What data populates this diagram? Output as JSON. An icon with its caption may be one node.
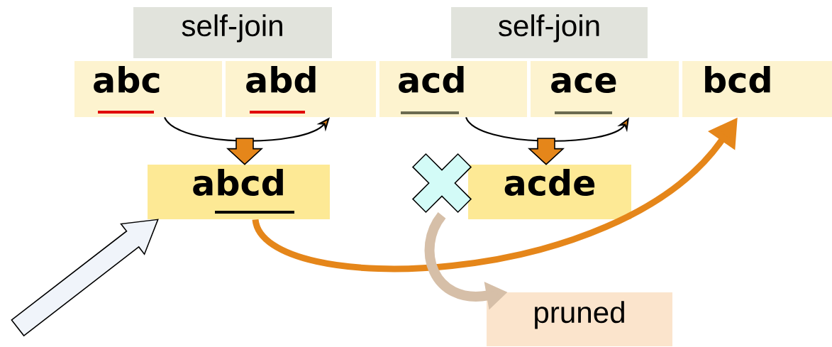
{
  "diagram": {
    "nodes": [
      {
        "text": [
          "self-join"
        ]
      },
      {
        "text": [
          "self-join"
        ]
      },
      {
        "text": [
          "abc"
        ]
      },
      {
        "text": [
          "abd"
        ]
      },
      {
        "text": [
          "acd"
        ]
      },
      {
        "text": [
          "ace"
        ]
      },
      {
        "text": [
          "bcd"
        ]
      },
      {
        "text": [
          "abcd"
        ]
      },
      {
        "text": [
          "acde"
        ]
      },
      {
        "text": [
          "pruned"
        ]
      },
      {
        "text": [],
        "shape": "cross"
      }
    ],
    "edges": [
      {
        "from": 2,
        "to": 3,
        "arrow": "to"
      },
      {
        "from": null,
        "to": 7,
        "arrow": "to"
      },
      {
        "from": 4,
        "to": 5,
        "arrow": "to"
      },
      {
        "from": null,
        "to": 8,
        "arrow": "to"
      },
      {
        "from": 7,
        "to": 6,
        "arrow": "to",
        "style": "thick",
        "color": "#e5861a"
      },
      {
        "from": 10,
        "to": 9,
        "arrow": "to",
        "style": "thick",
        "color": "#d6bfa8"
      },
      {
        "from": null,
        "to": 7,
        "arrow": "to",
        "color": "#f0f4fa"
      }
    ]
  }
}
